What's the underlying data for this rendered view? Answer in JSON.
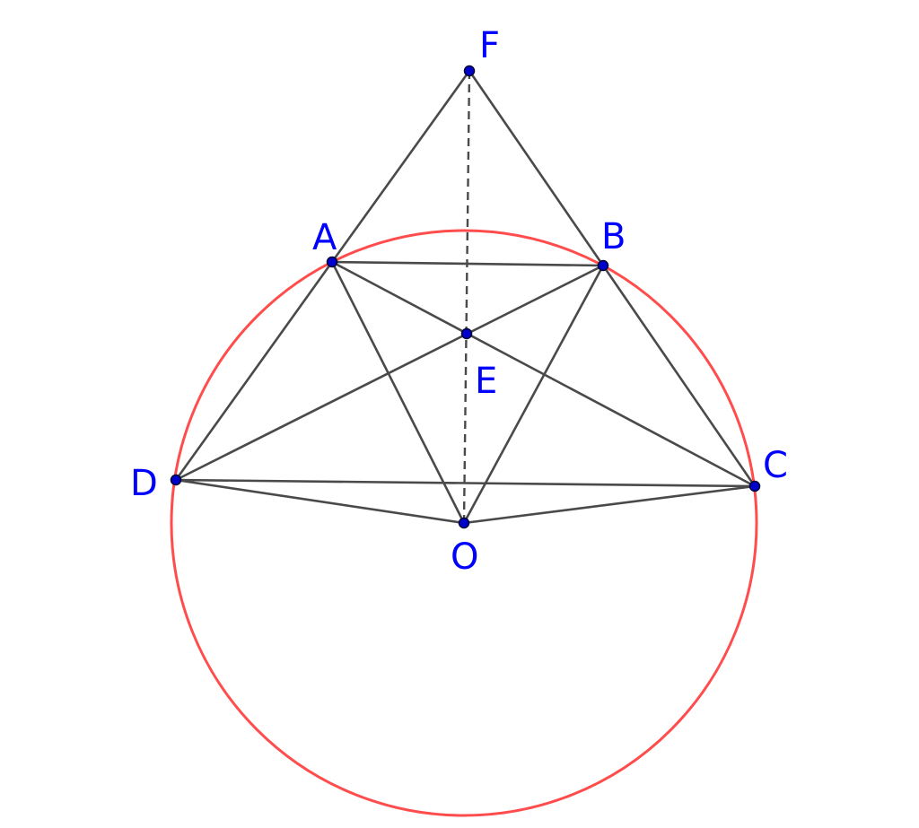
{
  "diagram": {
    "colors": {
      "circle": "#ff4d4d",
      "segment": "#4a4a4a",
      "point": "#0000cc",
      "label": "#0000ff"
    },
    "points": {
      "A": {
        "label": "A"
      },
      "B": {
        "label": "B"
      },
      "C": {
        "label": "C"
      },
      "D": {
        "label": "D"
      },
      "E": {
        "label": "E"
      },
      "F": {
        "label": "F"
      },
      "O": {
        "label": "O"
      }
    },
    "segments": [
      [
        "F",
        "A"
      ],
      [
        "F",
        "B"
      ],
      [
        "A",
        "B"
      ],
      [
        "A",
        "D"
      ],
      [
        "A",
        "C"
      ],
      [
        "A",
        "O"
      ],
      [
        "B",
        "D"
      ],
      [
        "B",
        "C"
      ],
      [
        "B",
        "O"
      ],
      [
        "D",
        "C"
      ],
      [
        "D",
        "O"
      ],
      [
        "O",
        "C"
      ]
    ],
    "dashed_segments": [
      [
        "F",
        "O"
      ]
    ],
    "circle_through": [
      "A",
      "B",
      "C",
      "D"
    ]
  }
}
